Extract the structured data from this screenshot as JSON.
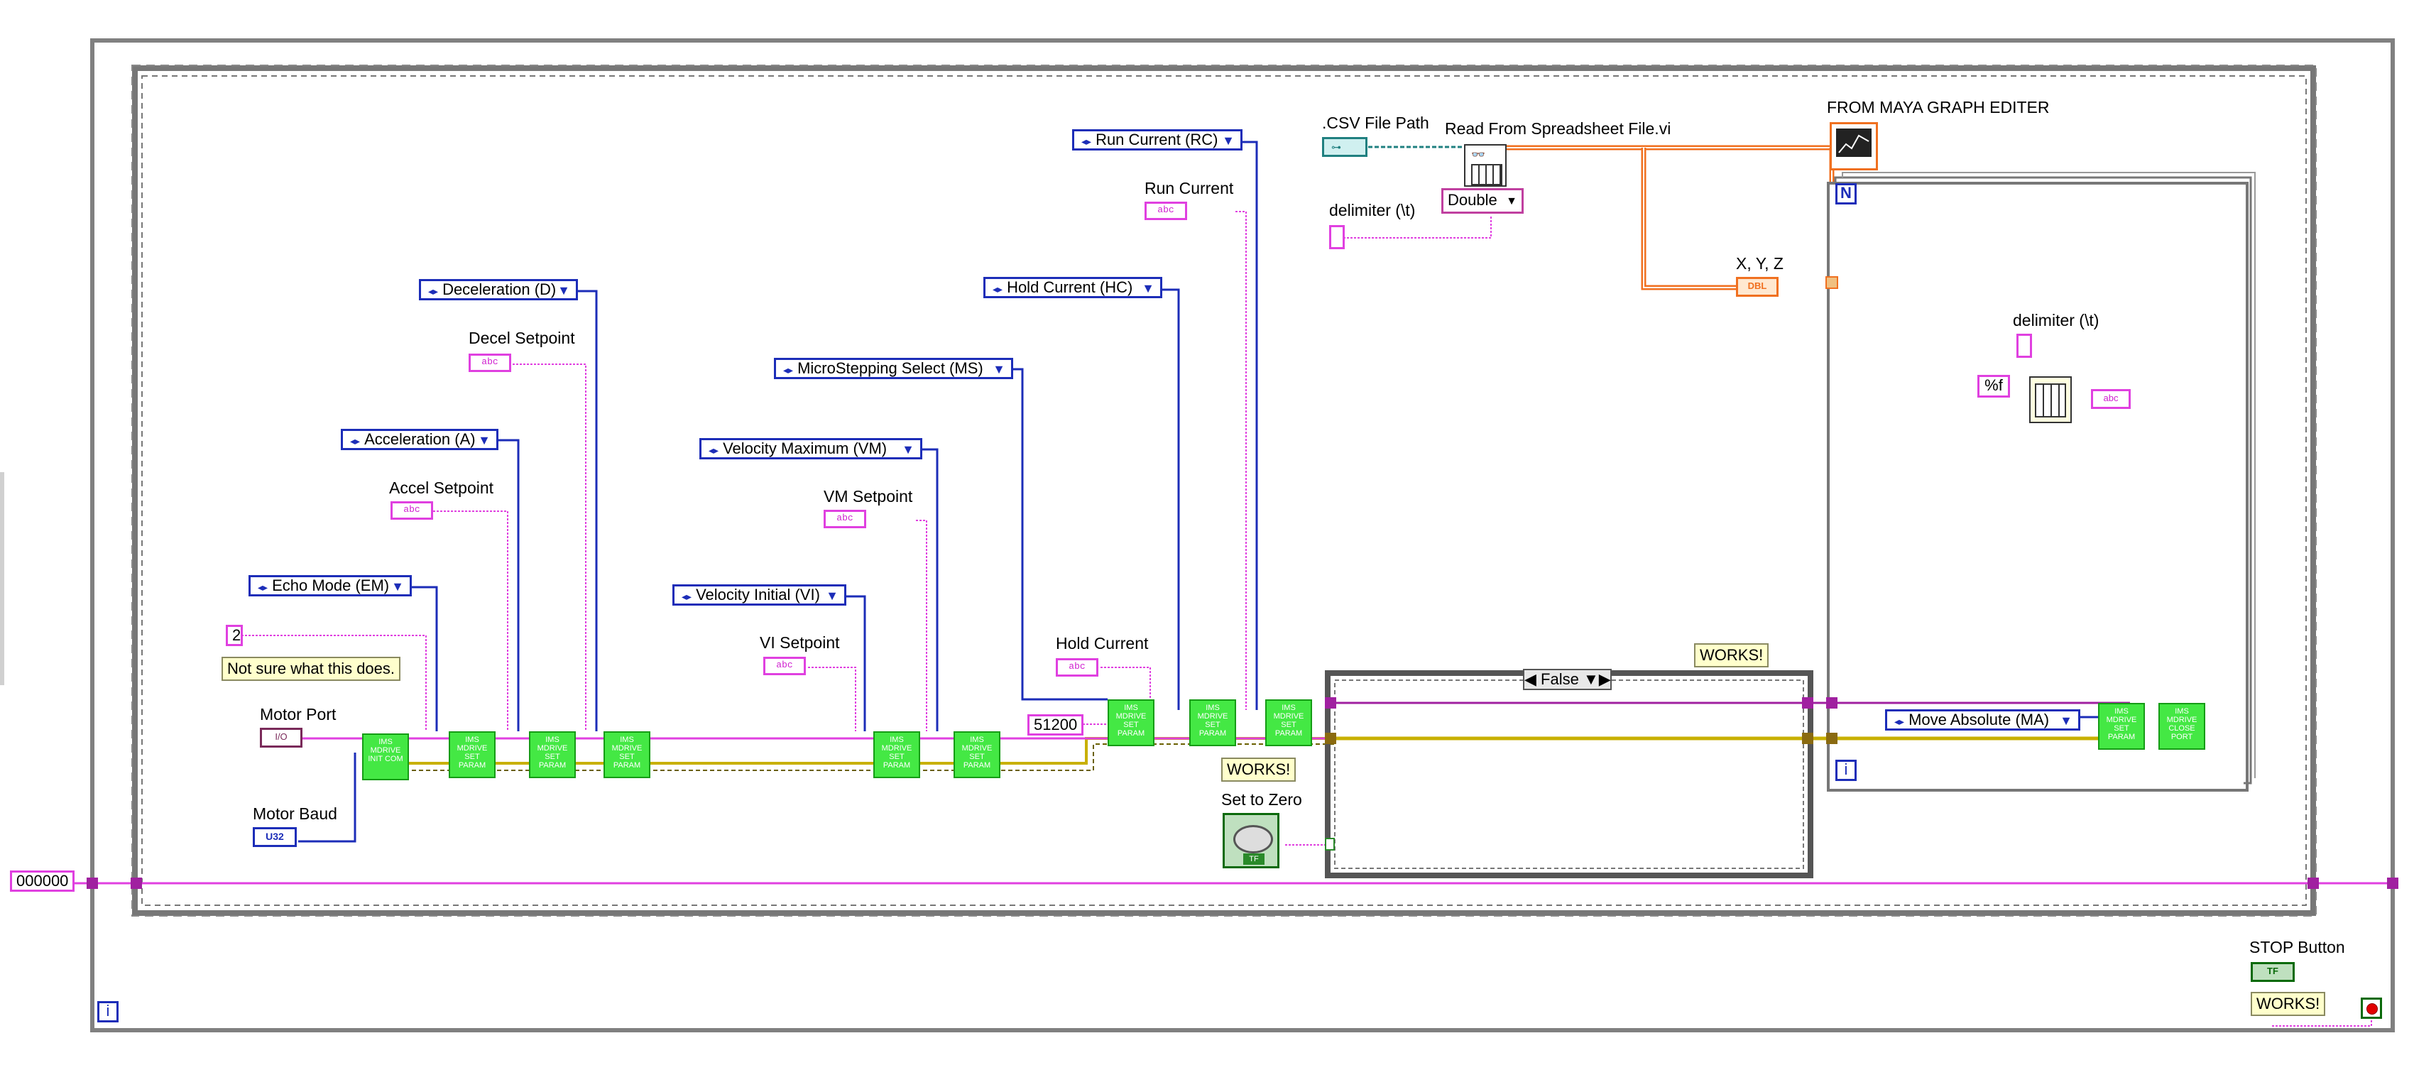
{
  "diagram": {
    "outer_loop_index": "i",
    "inner_loop_index": "i",
    "for_loop_count": "N",
    "outer_init_constant": "000000",
    "motor_port_label": "Motor Port",
    "motor_port_const": "I/O",
    "motor_baud_label": "Motor Baud",
    "motor_baud_const": "U32",
    "numeric_2": "2",
    "note_not_sure": "Not sure what this does.",
    "echo_mode": "Echo Mode (EM)",
    "acceleration": "Acceleration (A)",
    "accel_setpoint": "Accel Setpoint",
    "deceleration": "Deceleration (D)",
    "decel_setpoint": "Decel Setpoint",
    "velocity_initial": "Velocity Initial (VI)",
    "vi_setpoint": "VI Setpoint",
    "velocity_maximum": "Velocity Maximum (VM)",
    "vm_setpoint": "VM Setpoint",
    "microstepping": "MicroStepping Select (MS)",
    "hold_current_ring": "Hold Current (HC)",
    "hold_current_label": "Hold Current",
    "run_current_ring": "Run Current (RC)",
    "run_current_label": "Run Current",
    "numeric_51200": "51200",
    "case_selector": "False",
    "works_case": "WORKS!",
    "works_zero": "WORKS!",
    "set_to_zero": "Set to Zero",
    "csv_file_path": ".CSV File Path",
    "read_spreadsheet": "Read From Spreadsheet File.vi",
    "delimiter_outer": "delimiter (\\t)",
    "double_ring": "Double",
    "xyz_label": "X, Y, Z",
    "xyz_const": "DBL",
    "maya_label": "FROM MAYA GRAPH EDITER",
    "delimiter_inner": "delimiter (\\t)",
    "format_f": "%f",
    "move_absolute": "Move Absolute (MA)",
    "stop_button_label": "STOP Button",
    "works_stop": "WORKS!",
    "tf": "TF",
    "abc": "abc",
    "sub_init": "IMS MDRIVE INIT COM",
    "sub_set": "IMS MDRIVE SET PARAM",
    "sub_close": "IMS MDRIVE CLOSE PORT"
  },
  "colors": {
    "while_loop_border": "#808080",
    "cluster_wire": "#e040e0",
    "error_wire": "#c8b000",
    "ring_blue": "#1c2db8",
    "dbl_orange": "#f07020",
    "subvi_green": "#44e844"
  }
}
